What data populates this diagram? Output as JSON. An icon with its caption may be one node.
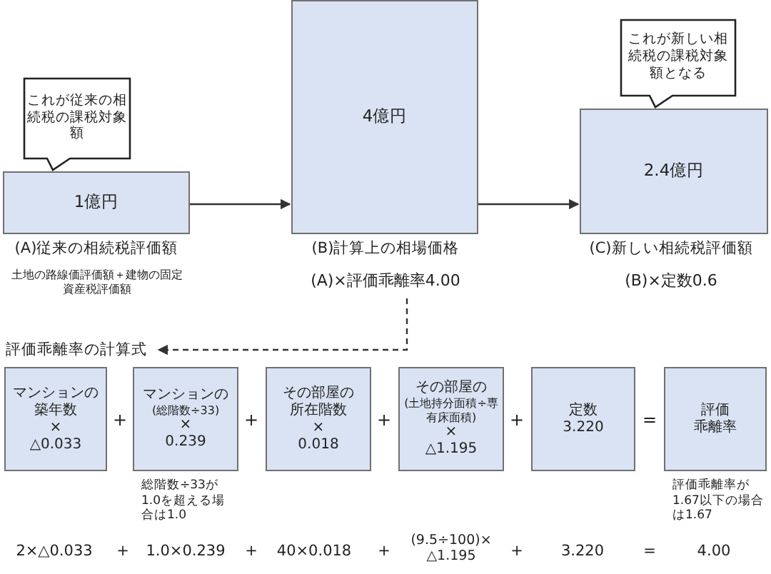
{
  "diagram": {
    "nodes": [
      {
        "text": [
          "これが従来の相続税の課税対象額"
        ]
      },
      {
        "text": [
          "1億円"
        ],
        "beside": [
          "(A)従来の相続税評価額",
          "土地の路線価評価額＋建物の固定資産税評価額"
        ]
      },
      {
        "text": [
          "4億円"
        ],
        "beside": [
          "(B)計算上の相場価格",
          "(A)×評価乖離率4.00"
        ]
      },
      {
        "text": [
          "これが新しい相続税の課税対象額となる"
        ]
      },
      {
        "text": [
          "2.4億円"
        ],
        "beside": [
          "(C)新しい相続税評価額",
          "(B)×定数0.6"
        ]
      },
      {
        "text": [
          "評価乖離率の計算式"
        ]
      },
      {
        "text": [
          "マンションの",
          "築年数",
          "×",
          "△0.033"
        ]
      },
      {
        "text": [
          "マンションの",
          "(総階数÷33)",
          "×",
          "0.239"
        ],
        "beside": [
          "総階数÷33が1.0を超える場合は1.0"
        ]
      },
      {
        "text": [
          "その部屋の",
          "所在階数",
          "×",
          "0.018"
        ]
      },
      {
        "text": [
          "その部屋の",
          "(土地持分面積÷専有床面積)",
          "×",
          "△1.195"
        ]
      },
      {
        "text": [
          "定数",
          "3.220"
        ]
      },
      {
        "text": [
          "評価",
          "乖離率"
        ],
        "beside": [
          "評価乖離率が1.67以下の場合は1.67"
        ]
      }
    ],
    "edges": [
      {
        "from": 1,
        "to": 2,
        "arrow": "to"
      },
      {
        "from": 2,
        "to": 4,
        "arrow": "to"
      },
      {
        "from": 2,
        "to": 5,
        "arrow": "to",
        "style": "dashed"
      }
    ],
    "labels": [
      "+",
      "+",
      "+",
      "+",
      "=",
      "2×△0.033",
      "+",
      "1.0×0.239",
      "+",
      "40×0.018",
      "+",
      "(9.5÷100)×△1.195",
      "+",
      "3.220",
      "=",
      "4.00"
    ]
  }
}
